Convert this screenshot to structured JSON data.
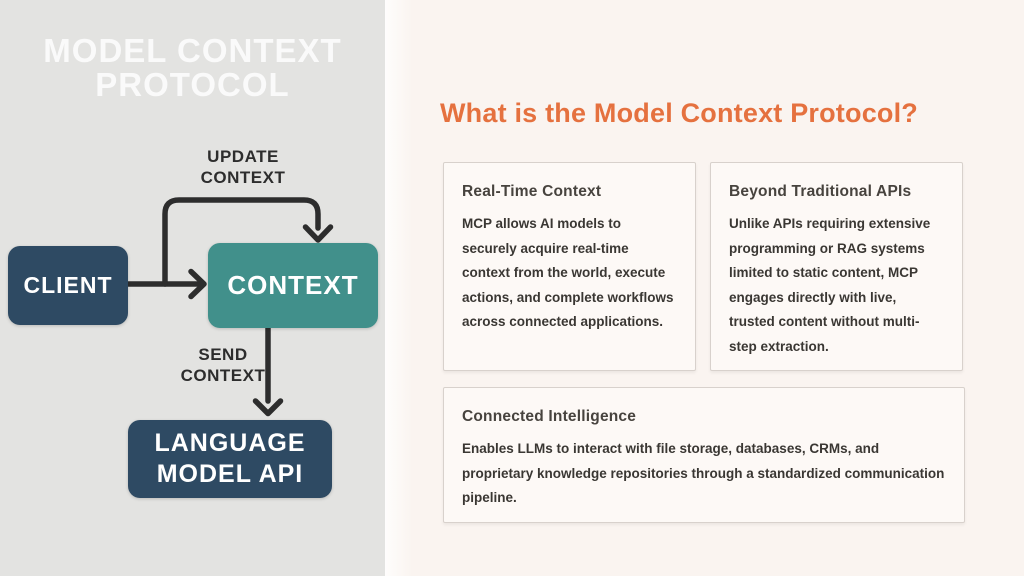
{
  "slide": {
    "title_lines": [
      "MODEL CONTEXT",
      "PROTOCOL"
    ]
  },
  "diagram": {
    "update_label_lines": [
      "UPDATE",
      "CONTEXT"
    ],
    "send_label_lines": [
      "SEND",
      "CONTEXT"
    ],
    "nodes": {
      "client": "CLIENT",
      "context": "CONTEXT",
      "llm_api_lines": [
        "LANGUAGE",
        "MODEL API"
      ]
    }
  },
  "content": {
    "heading": "What is the Model Context Protocol?",
    "cards": [
      {
        "title": "Real-Time Context",
        "body": "MCP allows AI models to securely acquire real-time context from the world, execute actions, and complete workflows across connected applications."
      },
      {
        "title": "Beyond Traditional APIs",
        "body": "Unlike APIs requiring extensive programming or RAG systems limited to static content, MCP engages directly with live, trusted content without multi-step extraction."
      },
      {
        "title": "Connected Intelligence",
        "body": "Enables LLMs to interact with file storage, databases, CRMs, and proprietary knowledge repositories through a standardized communication pipeline."
      }
    ]
  },
  "colors": {
    "left_bg": "#e3e3e1",
    "right_bg": "#faf4f0",
    "navy_box": "#2e4a63",
    "teal_box": "#41908b",
    "arrow": "#2d2d2d",
    "flow_label_text": "#2d2d2d",
    "title_text": "#fafafa",
    "heading_orange": "#e5713f",
    "card_bg": "#fdf9f6",
    "card_border": "#d8d1cc",
    "card_title_text": "#47433e",
    "card_body_text": "#3a3733"
  }
}
